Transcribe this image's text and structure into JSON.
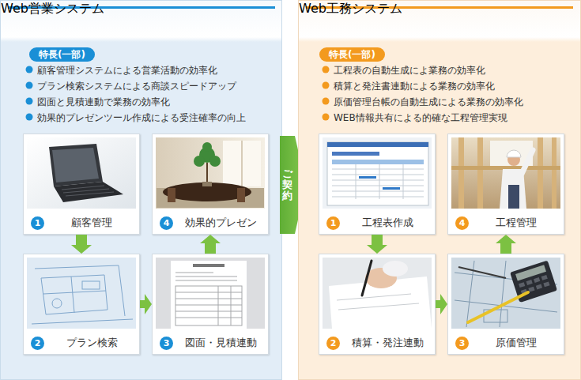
{
  "diagram": {
    "nodes": [
      {
        "text": [
          "Web営業システム"
        ]
      },
      {
        "text": [
          "特長(一部)"
        ],
        "in": 0
      },
      {
        "text": [
          "顧客管理"
        ],
        "in": 0
      },
      {
        "text": [
          "1"
        ],
        "in": 2
      },
      {
        "text": [
          "効果的プレゼン"
        ],
        "in": 0
      },
      {
        "text": [
          "4"
        ],
        "in": 4
      },
      {
        "text": [
          "プラン検索"
        ],
        "in": 0
      },
      {
        "text": [
          "2"
        ],
        "in": 6
      },
      {
        "text": [
          "図面・見積連動"
        ],
        "in": 0
      },
      {
        "text": [
          "3"
        ],
        "in": 8
      },
      {
        "text": [
          "ご契約"
        ]
      },
      {
        "text": [
          "Web工務システム"
        ]
      },
      {
        "text": [
          "特長(一部)"
        ],
        "in": 11
      },
      {
        "text": [
          "工程表作成"
        ],
        "in": 11
      },
      {
        "text": [
          "1"
        ],
        "in": 13
      },
      {
        "text": [
          "工程管理"
        ],
        "in": 11
      },
      {
        "text": [
          "4"
        ],
        "in": 15
      },
      {
        "text": [
          "積算・発注連動"
        ],
        "in": 11
      },
      {
        "text": [
          "2"
        ],
        "in": 17
      },
      {
        "text": [
          "原価管理"
        ],
        "in": 11
      },
      {
        "text": [
          "3"
        ],
        "in": 19
      }
    ],
    "edges": [
      {
        "from": 2,
        "to": 6,
        "arrow": "to"
      },
      {
        "from": 6,
        "to": 8,
        "arrow": "to"
      },
      {
        "from": 8,
        "to": 4,
        "arrow": "to"
      },
      {
        "from": 13,
        "to": 17,
        "arrow": "to"
      },
      {
        "from": 17,
        "to": 19,
        "arrow": "to"
      },
      {
        "from": 19,
        "to": 15,
        "arrow": "to"
      }
    ],
    "labels": [
      "顧客管理システムによる営業活動の効率化",
      "プラン検索システムによる商談スピードアップ",
      "図面と見積連動で業務の効率化",
      "効果的プレゼンツール作成による受注確率の向上",
      "工程表の自動生成によ業務の効率化",
      "積算と発注書連動による業務の効率化",
      "原価管理台帳の自動生成による業務の効率化",
      "WEB情報共有による的確な工程管理実現"
    ]
  }
}
